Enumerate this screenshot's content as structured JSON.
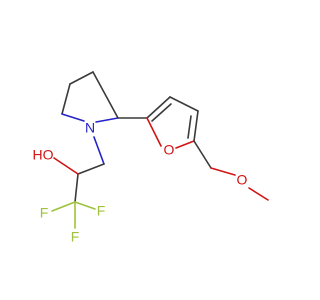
{
  "molecule": {
    "atom_labels": {
      "nitrogen": "N",
      "ring_oxygen": "O",
      "hydroxyl": "HO",
      "methoxy_oxygen": "O",
      "fluorine_1": "F",
      "fluorine_2": "F",
      "fluorine_3": "F"
    },
    "colors": {
      "bond": "#3a3a3a",
      "nitrogen": "#2323c8",
      "oxygen": "#d21414",
      "fluorine": "#9fc23c",
      "background": "#ffffff"
    }
  }
}
